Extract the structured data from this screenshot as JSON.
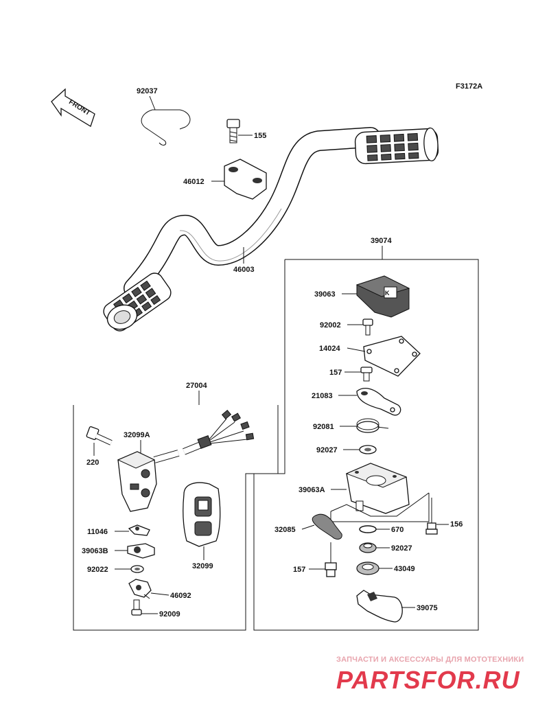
{
  "diagram_code": "F3172A",
  "front_label": "FRONT",
  "labels": {
    "p92037": "92037",
    "p155": "155",
    "p46012": "46012",
    "p46003": "46003",
    "p39074": "39074",
    "p39063": "39063",
    "p92002": "92002",
    "p14024": "14024",
    "p157a": "157",
    "p21083": "21083",
    "p92081": "92081",
    "p92027a": "92027",
    "p39063A": "39063A",
    "p156": "156",
    "p32085": "32085",
    "p670": "670",
    "p92027b": "92027",
    "p157b": "157",
    "p43049": "43049",
    "p39075": "39075",
    "p27004": "27004",
    "p32099A": "32099A",
    "p220": "220",
    "p11046": "11046",
    "p39063B": "39063B",
    "p92022": "92022",
    "p46092": "46092",
    "p92009": "92009",
    "p32099": "32099"
  },
  "watermark": {
    "line1": "ЗАПЧАСТИ И АКСЕССУАРЫ ДЛЯ МОТОТЕХНИКИ",
    "brand": "PARTSFOR.RU"
  }
}
